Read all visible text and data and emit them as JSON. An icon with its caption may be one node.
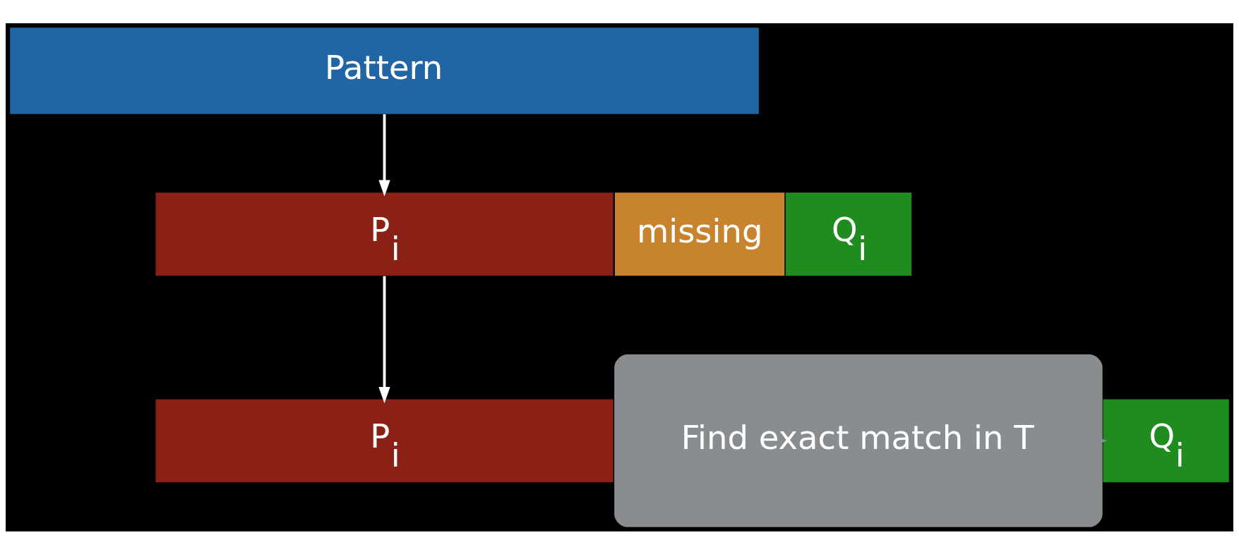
{
  "diagram": {
    "nodes": [
      {
        "text": [
          "Pattern"
        ]
      },
      {
        "text": [
          "P$_{i}$"
        ]
      },
      {
        "text": [
          "missing"
        ]
      },
      {
        "text": [
          "Q$_{i}$"
        ]
      },
      {
        "text": [
          "P$_{i}$"
        ]
      },
      {
        "text": [
          "Q$_{i}$"
        ]
      },
      {
        "text": [
          "Find exact match in T"
        ]
      }
    ],
    "edges": [
      {
        "from": 0,
        "to": 1,
        "arrow": "to"
      },
      {
        "from": 1,
        "to": 4,
        "arrow": "to"
      },
      {
        "from": 6,
        "to": 5,
        "arrow": "to",
        "color": "#8a8d90"
      }
    ]
  }
}
